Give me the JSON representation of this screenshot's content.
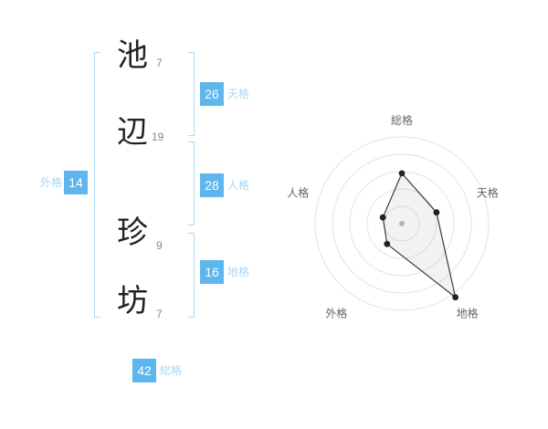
{
  "name": {
    "chars": [
      {
        "char": "池",
        "strokes": "7"
      },
      {
        "char": "辺",
        "strokes": "19"
      },
      {
        "char": "珍",
        "strokes": "9"
      },
      {
        "char": "坊",
        "strokes": "7"
      }
    ]
  },
  "kaku": {
    "tenkaku": {
      "value": "26",
      "label": "天格"
    },
    "jinkaku": {
      "value": "28",
      "label": "人格"
    },
    "chikaku": {
      "value": "16",
      "label": "地格"
    },
    "gaikaku": {
      "value": "14",
      "label": "外格"
    },
    "soukaku": {
      "value": "42",
      "label": "総格"
    }
  },
  "colors": {
    "badge_bg": "#5db7ee",
    "badge_text": "#ffffff",
    "kaku_label_text": "#a9d8f4",
    "bracket": "#aed9f2",
    "stroke_count_text": "#898989",
    "kanji_text": "#222222"
  },
  "chart_data": {
    "type": "radar",
    "axes": [
      "総格",
      "天格",
      "地格",
      "外格",
      "人格"
    ],
    "values_pct": [
      58,
      42,
      105,
      29,
      23
    ],
    "max_pct": 100,
    "rings": 5,
    "start_angle_deg": -90,
    "direction": "clockwise",
    "ring_color": "#e3e3e3",
    "label_color": "#666666",
    "polygon_stroke": "#3b3b3b",
    "polygon_fill": "#808080",
    "polygon_fill_opacity": 0.1,
    "vertex_dot_color": "#222222",
    "center_dot_color": "#bcbcbc"
  }
}
